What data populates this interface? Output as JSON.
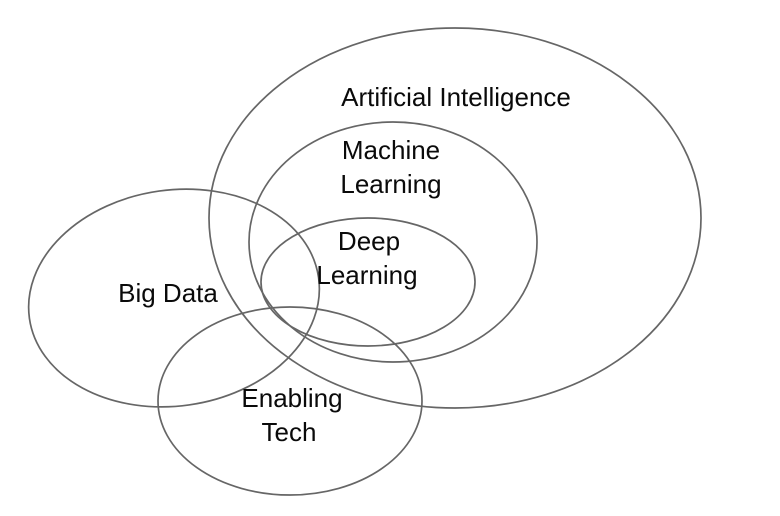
{
  "diagram": {
    "type": "venn-euler",
    "background": "#ffffff",
    "stroke_color": "#666666",
    "text_color": "#0a0a0a",
    "sets": [
      {
        "id": "artificial-intelligence",
        "label": "Artificial Intelligence",
        "fill": "#ffffff",
        "contains": [
          "machine-learning",
          "deep-learning"
        ]
      },
      {
        "id": "machine-learning",
        "label": "Machine Learning",
        "label_line1": "Machine",
        "label_line2": "Learning",
        "fill": "#ededed",
        "contains": [
          "deep-learning"
        ]
      },
      {
        "id": "deep-learning",
        "label": "Deep Learning",
        "label_line1": "Deep",
        "label_line2": "Learning",
        "fill": "#9a9a9a",
        "contains": []
      },
      {
        "id": "big-data",
        "label": "Big Data",
        "fill": "none",
        "overlaps": [
          "artificial-intelligence",
          "machine-learning",
          "deep-learning",
          "enabling-tech"
        ]
      },
      {
        "id": "enabling-tech",
        "label": "Enabling Tech",
        "label_line1": "Enabling",
        "label_line2": "Tech",
        "fill": "none",
        "overlaps": [
          "artificial-intelligence",
          "machine-learning",
          "deep-learning",
          "big-data"
        ]
      }
    ]
  }
}
